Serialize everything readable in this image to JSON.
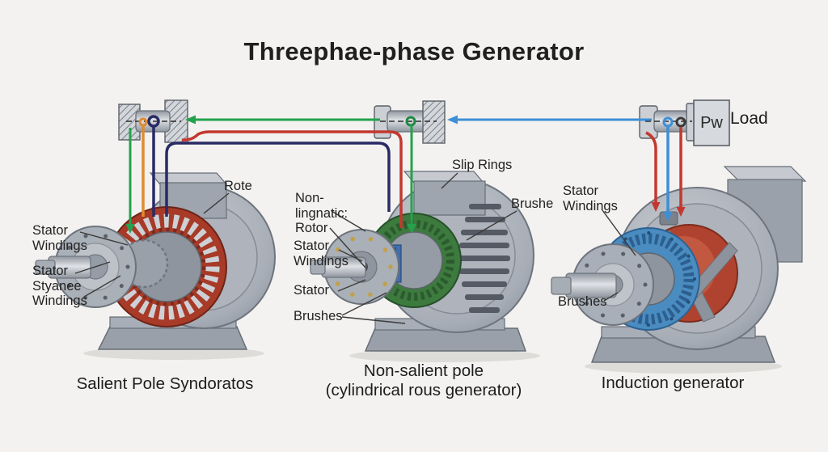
{
  "title": "Threephae-phase Generator",
  "load": {
    "box_label": "Pw",
    "label": "Load"
  },
  "machines": [
    {
      "id": "salient-pole",
      "caption": "Salient Pole Syndoratos",
      "labels": {
        "stator_windings": "Stator\nWindings",
        "stator_styanee_windings": "Stator\nStyanee\nWindings",
        "rotor": "Rote"
      }
    },
    {
      "id": "non-salient-pole",
      "caption": "Non-salient pole\n(cylindrical rous generator)",
      "labels": {
        "slip_rings": "Slip Rings",
        "non_magnetic_rotor": "Non-\nlingnatic:\nRotor",
        "stator_windings": "Stator\nWindings",
        "stator": "Stator",
        "brushes": "Brushes",
        "brush": "Brushe"
      }
    },
    {
      "id": "induction",
      "caption": "Induction generator",
      "labels": {
        "stator_windings": "Stator\nWindings",
        "brushes": "Brushes"
      }
    }
  ],
  "colors": {
    "background": "#f3f2f0",
    "wire_green": "#23a24d",
    "wire_orange": "#e08b30",
    "wire_navy": "#2a2a66",
    "wire_red": "#c3382e",
    "wire_blue": "#3d8fd6",
    "machine_body": "#a7adb6",
    "salient_rotor_red": "#a83a28",
    "cylindrical_winding_green": "#3d7a3e",
    "induction_stator_blue": "#4a8cc0",
    "induction_rotor_red": "#b0432f"
  }
}
